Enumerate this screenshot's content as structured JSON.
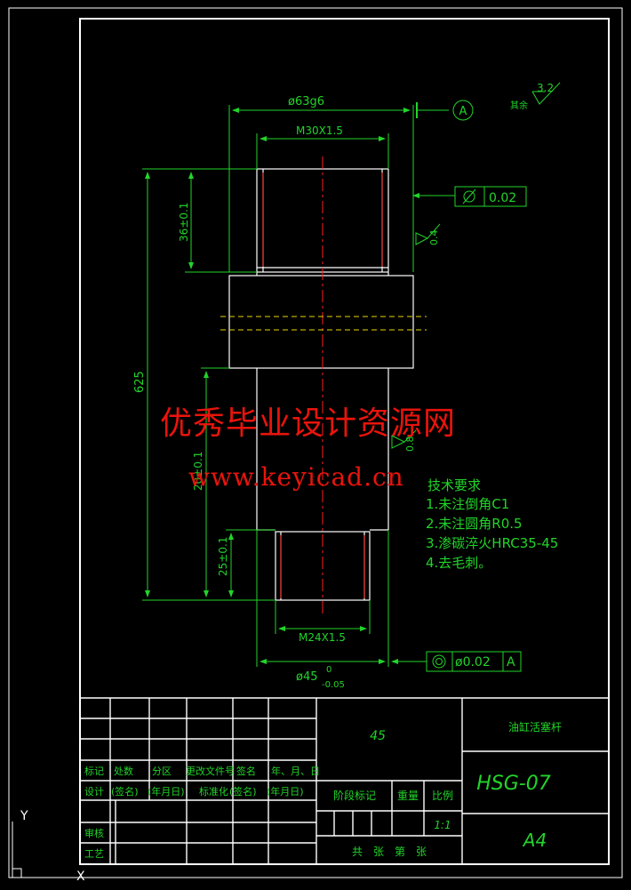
{
  "dims": {
    "outer_dia": "ø63g6",
    "thread_top": "M30X1.5",
    "len_top_thread": "36±0.1",
    "total_len": "625",
    "len_mid": "20±0.1",
    "len_bottom_thread": "25±0.1",
    "thread_bottom": "M24X1.5",
    "dia_bottom": "ø45",
    "tol_upper": "0",
    "tol_lower": "-0.05"
  },
  "gdt": {
    "datum_a": "A",
    "cylindricity_value": "0.02",
    "coaxiality_value": "ø0.02",
    "coaxiality_datum": "A"
  },
  "roughness": {
    "rest_label": "其余",
    "rest_value": "3.2",
    "r1": "0.4",
    "r2": "0.8"
  },
  "tech": {
    "title": "技术要求",
    "items": [
      "1.未注倒角C1",
      "2.未注圆角R0.5",
      "3.渗碳淬火HRC35-45",
      "4.去毛刺。"
    ]
  },
  "watermark": {
    "line1": "优秀毕业设计资源网",
    "line2": "www.keyicad.cn"
  },
  "title_block": {
    "material": "45",
    "part_name": "油缸活塞杆",
    "drawing_no": "HSG-07",
    "paper": "A4",
    "scale": "1:1",
    "header": {
      "mark": "标记",
      "count": "处数",
      "zone": "分区",
      "doc": "更改文件号",
      "sign": "签名",
      "date": "年、月、日"
    },
    "design_row": {
      "design": "设计",
      "sign1": "(签名)",
      "date1": "(年月日)",
      "std": "标准化",
      "sign2": "(签名)",
      "date2": "(年月日)"
    },
    "stage": "阶段标记",
    "weight": "重量",
    "ratio": "比例",
    "review": "审核",
    "process": "工艺",
    "sheets": "共　张　第　张"
  },
  "ucs": {
    "y": "Y",
    "x": "X"
  },
  "colors": {
    "line": "#ffffff",
    "dim": "#22d42a",
    "center": "#ff2020",
    "hidden": "#e8d600",
    "text": "#22d42a",
    "watermark": "#e8140c"
  }
}
